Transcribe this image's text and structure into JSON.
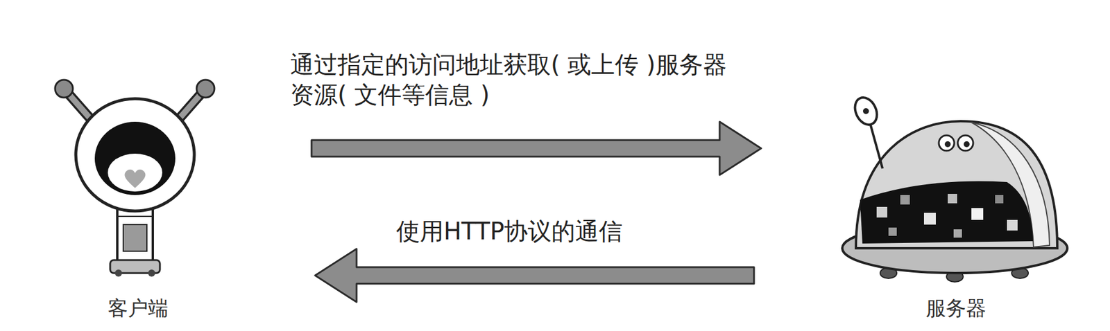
{
  "diagram": {
    "nodes": [
      {
        "text": [
          "客户端"
        ]
      },
      {
        "text": [
          "服务器"
        ]
      }
    ],
    "edges": [
      {
        "from": 0,
        "to": 1,
        "arrow": "to",
        "label": "通过指定的访问地址获取( 或上传 )服务器 资源( 文件等信息 )"
      },
      {
        "from": 1,
        "to": 0,
        "arrow": "to",
        "label": "使用HTTP协议的通信"
      }
    ]
  }
}
